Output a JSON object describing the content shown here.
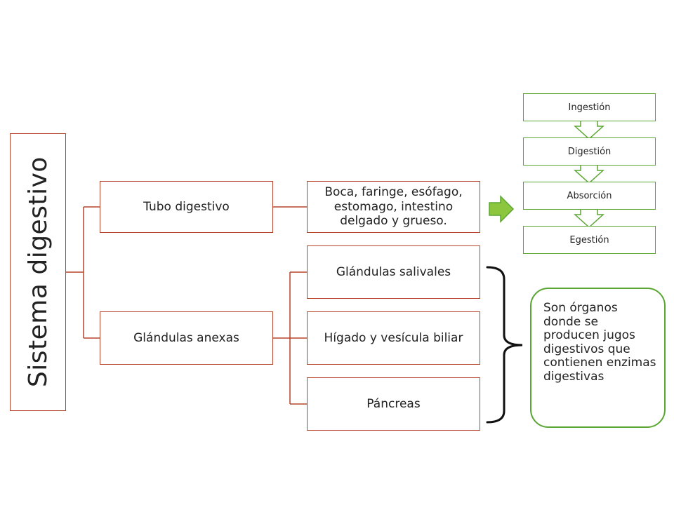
{
  "diagram": {
    "root": "Sistema digestivo",
    "branches": [
      {
        "label": "Tubo digestivo",
        "children": [
          "Boca, faringe, esófago, estomago, intestino delgado y grueso."
        ]
      },
      {
        "label": "Glándulas anexas",
        "children": [
          "Glándulas salivales",
          "Hígado y vesícula biliar",
          "Páncreas"
        ]
      }
    ],
    "note": "Son órganos donde se producen jugos digestivos que contienen enzimas digestivas",
    "steps": [
      "Ingestión",
      "Digestión",
      "Absorción",
      "Egestión"
    ]
  },
  "colors": {
    "box_border": "#b5432a",
    "connector": "#b5432a",
    "process_accent": "#5aa632",
    "arrow_fill": "#8cc63f"
  },
  "icons": {
    "process_arrow": "right-arrow-icon",
    "brace": "right-bracket-icon",
    "step_connector": "chevron-down-icon"
  }
}
